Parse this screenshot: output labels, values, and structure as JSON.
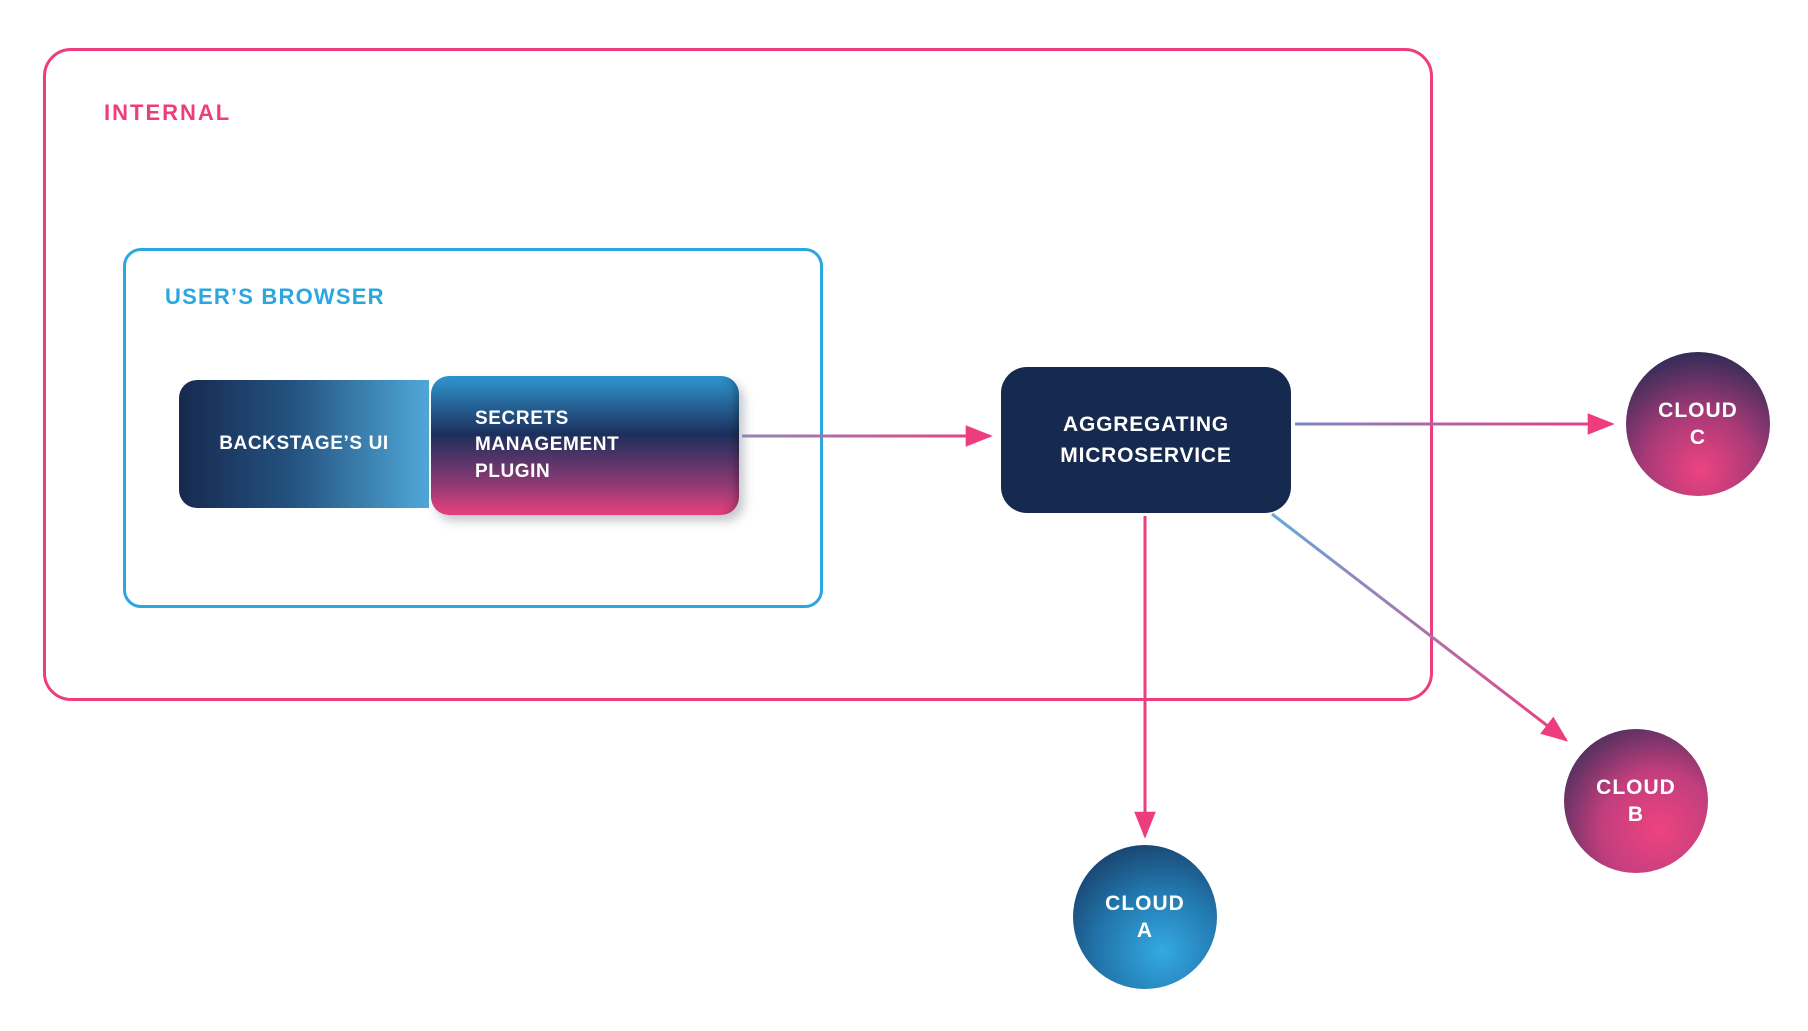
{
  "diagram": {
    "internal_label": "INTERNAL",
    "browser_label": "USER’S BROWSER"
  },
  "nodes": {
    "backstage_ui": {
      "label": "BACKSTAGE’S UI"
    },
    "secrets_plugin": {
      "label": "SECRETS MANAGEMENT PLUGIN"
    },
    "aggregating_microservice": {
      "label": "AGGREGATING MICROSERVICE"
    },
    "cloud_a": {
      "line1": "CLOUD",
      "line2": "A"
    },
    "cloud_b": {
      "line1": "CLOUD",
      "line2": "B"
    },
    "cloud_c": {
      "line1": "CLOUD",
      "line2": "C"
    }
  },
  "edges": [
    {
      "from": "secrets_plugin",
      "to": "aggregating_microservice"
    },
    {
      "from": "aggregating_microservice",
      "to": "cloud_c"
    },
    {
      "from": "aggregating_microservice",
      "to": "cloud_a"
    },
    {
      "from": "aggregating_microservice",
      "to": "cloud_b"
    }
  ],
  "colors": {
    "pink": "#ee3d7f",
    "blue": "#2ba7e0",
    "navy": "#16294f",
    "light_blue": "#3fa9e0"
  }
}
